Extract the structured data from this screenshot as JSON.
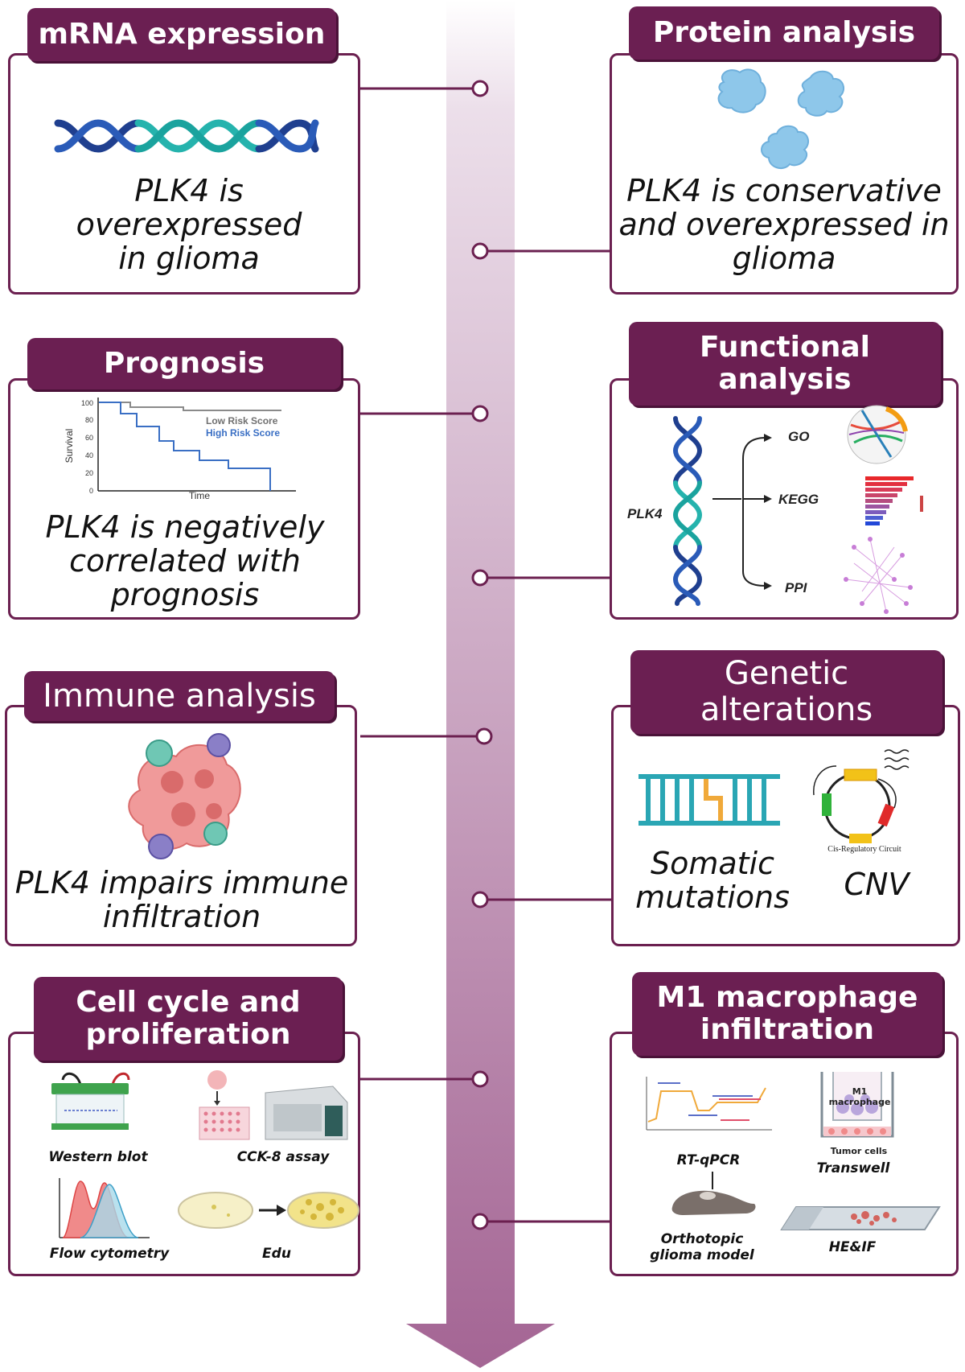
{
  "colors": {
    "header_bg": "#6b1f52",
    "border": "#6b2050",
    "arrow_top": "#eadce8",
    "arrow_bottom": "#a96a97"
  },
  "panels": {
    "mrna": {
      "title": "mRNA expression",
      "finding": [
        "PLK4 is",
        "overexpressed",
        "in glioma"
      ]
    },
    "protein": {
      "title": "Protein analysis",
      "finding": [
        "PLK4 is conservative",
        "and overexpressed in",
        "glioma"
      ]
    },
    "prognosis": {
      "title": "Prognosis",
      "finding": [
        "PLK4 is negatively",
        "correlated with",
        "prognosis"
      ],
      "survival_plot": {
        "ylabel": "Survival",
        "xlabel": "Time",
        "yticks": [
          "100",
          "80",
          "60",
          "40",
          "20",
          "0"
        ],
        "low_label": "Low Risk Score",
        "high_label": "High Risk Score"
      }
    },
    "functional": {
      "title": [
        "Functional",
        "analysis"
      ],
      "gene": "PLK4",
      "targets": [
        "GO",
        "KEGG",
        "PPI"
      ]
    },
    "immune": {
      "title": "Immune analysis",
      "finding": [
        "PLK4 impairs immune",
        "infiltration"
      ]
    },
    "genetic": {
      "title": [
        "Genetic",
        "alterations"
      ],
      "somatic": [
        "Somatic",
        "mutations"
      ],
      "cnv": "CNV",
      "circuit_label": "Cis-Regulatory Circuit"
    },
    "cellcycle": {
      "title": [
        "Cell cycle and",
        "proliferation"
      ],
      "labels": {
        "western": "Western blot",
        "cck8": "CCK-8 assay",
        "flow": "Flow cytometry",
        "edu": "Edu"
      }
    },
    "m1": {
      "title": [
        "M1 macrophage",
        "infiltration"
      ],
      "labels": {
        "rtqpcr": "RT-qPCR",
        "transwell": "Transwell",
        "m1": "M1 macrophage",
        "tumor": "Tumor cells",
        "orthotopic": [
          "Orthotopic",
          "glioma model"
        ],
        "heif": "HE&IF"
      }
    }
  }
}
